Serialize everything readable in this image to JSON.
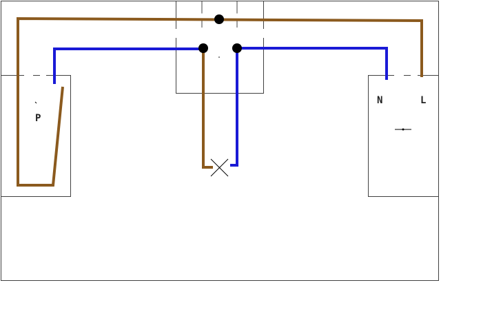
{
  "labels": {
    "switch": "P",
    "neutral": "N",
    "line": "L"
  },
  "colors": {
    "phase_wire": "#8b5a1e",
    "neutral_wire": "#1a1ad6",
    "junction": "#000000"
  },
  "components": [
    "switch-box",
    "junction-box",
    "lamp",
    "supply-box"
  ]
}
